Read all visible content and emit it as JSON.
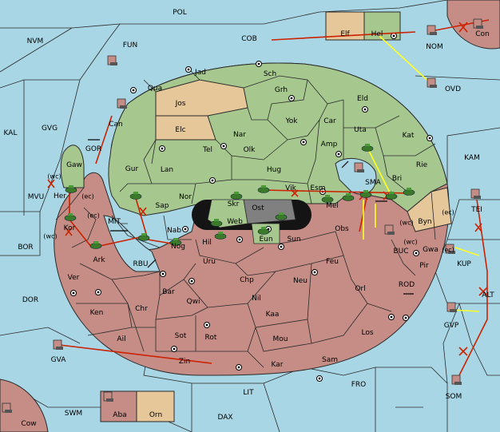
{
  "colors": {
    "sea": "#a9d6e5",
    "land_green": "#a6c88f",
    "land_red": "#c58d86",
    "land_tan": "#e6c79a",
    "dark": "#141414",
    "gray": "#808080",
    "order_red": "#cc2200",
    "order_yellow": "#ffff22"
  },
  "sea_regions": {
    "POL": "POL",
    "NVM": "NVM",
    "FUN": "FUN",
    "COB": "COB",
    "KAL": "KAL",
    "GVG": "GVG",
    "GOR": "GOR",
    "MVU": "MVU",
    "MIT": "MIT",
    "BOR": "BOR",
    "DOR": "DOR",
    "RBU": "RBU",
    "KAM": "KAM",
    "SMA": "SMA",
    "BUC": "BUC",
    "ROD": "ROD",
    "TEI": "TEI",
    "KUP": "KUP",
    "ALT": "ALT",
    "GVP": "GVP",
    "GVA": "GVA",
    "LIT": "LIT",
    "FRO": "FRO",
    "SWM": "SWM",
    "DAX": "DAX",
    "SOM": "SOM",
    "NOM": "NOM",
    "OVD": "OVD"
  },
  "land_regions": {
    "Jad": "Jad",
    "Sch": "Sch",
    "Qua": "Qua",
    "Jos": "Jos",
    "Grh": "Grh",
    "Eld": "Eld",
    "Can": "Can",
    "Elc": "Elc",
    "Nar": "Nar",
    "Yok": "Yok",
    "Car": "Car",
    "Uta": "Uta",
    "Kat": "Kat",
    "Tel": "Tel",
    "Olk": "Olk",
    "Amp": "Amp",
    "Gaw": "Gaw",
    "Gur": "Gur",
    "Lan": "Lan",
    "Hug": "Hug",
    "Rie": "Rie",
    "Nor": "Nor",
    "Skr": "Skr",
    "Vik": "Vik",
    "Esm": "Esm",
    "Bri": "Bri",
    "Her": "Her",
    "Sap": "Sap",
    "Ost": "Ost",
    "Web": "Web",
    "Mel": "Mel",
    "Byn": "Byn",
    "Kor": "Kor",
    "Nab": "Nab",
    "Hil": "Hil",
    "Eun": "Eun",
    "Sun": "Sun",
    "Obs": "Obs",
    "Gwa": "Gwa",
    "Nog": "Nog",
    "Ark": "Ark",
    "Uru": "Uru",
    "Feu": "Feu",
    "Pir": "Pir",
    "Ver": "Ver",
    "Chp": "Chp",
    "Neu": "Neu",
    "Orl": "Orl",
    "Bar": "Bar",
    "Qwi": "Qwi",
    "Nil": "Nil",
    "Ken": "Ken",
    "Chr": "Chr",
    "Kaa": "Kaa",
    "Ail": "Ail",
    "Sot": "Sot",
    "Rot": "Rot",
    "Mou": "Mou",
    "Los": "Los",
    "Zin": "Zin",
    "Kar": "Kar",
    "Sam": "Sam",
    "Elf": "Elf",
    "Hel": "Hel",
    "Con": "Con",
    "Aba": "Aba",
    "Orn": "Orn",
    "Cow": "Cow"
  },
  "coast_tags": {
    "wc1": "(wc)",
    "ec1": "(ec)",
    "ec2": "(ec)",
    "wc2": "(wc)",
    "wc3": "(wc)",
    "ec3": "(ec)",
    "wc4": "(wc)",
    "ec4": "(ec)"
  }
}
